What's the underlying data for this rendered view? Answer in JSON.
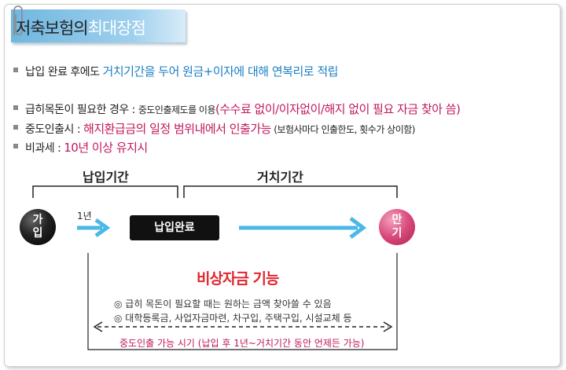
{
  "title": {
    "main": "저축보험의",
    "accent": "최대장점"
  },
  "bullets": {
    "b1": {
      "text": "납입 완료 후에도 ",
      "highlight": "거치기간을 두어 원금+이자에 대해 연복리로 적립"
    },
    "b2": {
      "text": "급히목돈이 필요한 경우 : ",
      "small": "중도인출제도를 이용",
      "highlight": "(수수료 없이/이자없이/해지 없이 필요 자금 찾아 씀)"
    },
    "b3": {
      "text": "중도인출시 : ",
      "highlight": "해지환급금의 일정 범위내에서 인출가능",
      "small": " (보험사마다 인출한도, 횟수가 상이함)"
    },
    "b4": {
      "text": "비과세 : ",
      "highlight": "10년 이상 유지시"
    }
  },
  "timeline": {
    "period_pay": "납입기간",
    "period_hold": "거치기간",
    "join_line1": "가",
    "join_line2": "입",
    "one_year": "1년",
    "pay_done": "납입완료",
    "mature_line1": "만",
    "mature_line2": "기"
  },
  "emergency": {
    "title": "비상자금 기능",
    "notes": [
      "◎ 급히 목돈이 필요할 때는 원하는 금액 찾아쓸 수 있음",
      "◎ 대학등록금, 사업자금마련, 차구입, 주택구입, 시설교체 등"
    ],
    "period": "중도인출 가능 시기 (납입 후 1년~거치기간 동안 언제든 가능)"
  },
  "colors": {
    "accent_blue": "#1a7fc4",
    "accent_pink": "#c0185b",
    "alert_red": "#e0262e",
    "arrow_blue": "#4cb8e8"
  }
}
